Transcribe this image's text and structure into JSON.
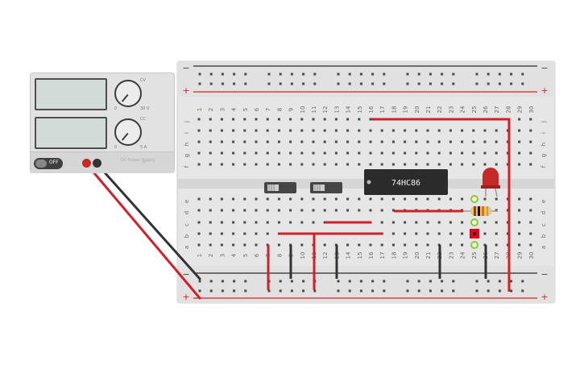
{
  "power_supply": {
    "voltage_scale": "30 V",
    "current_scale": "5 A",
    "voltage_mode": "CV",
    "current_mode": "CC",
    "voltage_zero": "0",
    "current_zero": "0",
    "switch_label": "OFF",
    "brand": "DC Power Supply"
  },
  "breadboard": {
    "columns": [
      "1",
      "2",
      "3",
      "4",
      "5",
      "6",
      "7",
      "8",
      "9",
      "10",
      "11",
      "12",
      "13",
      "14",
      "15",
      "16",
      "17",
      "18",
      "19",
      "20",
      "21",
      "22",
      "23",
      "24",
      "25",
      "26",
      "27",
      "28",
      "29",
      "30"
    ],
    "rows_top": [
      "j",
      "i",
      "h",
      "g",
      "f"
    ],
    "rows_bottom": [
      "e",
      "d",
      "c",
      "b",
      "a"
    ],
    "rail_minus": "−",
    "rail_plus": "+"
  },
  "chip": {
    "label": "74HC86"
  },
  "colors": {
    "wire_red": "#d0202a",
    "wire_black": "#333333",
    "board": "#e8e8e8",
    "chip": "#2b2b2b",
    "led": "#c62828",
    "selected": "#e8001b"
  }
}
